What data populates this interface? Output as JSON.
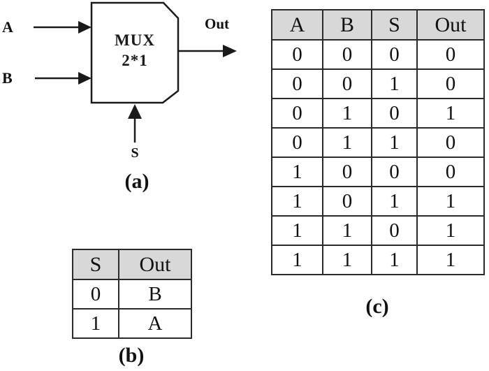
{
  "colors": {
    "background": "#ffffff",
    "header_bg": "#d8d8d8",
    "border": "#2a2a2a",
    "ink": "#111111",
    "line": "#1a1a1a"
  },
  "diagram": {
    "caption": "(a)",
    "block_title": "MUX",
    "block_subtitle": "2*1",
    "input_a_label": "A",
    "input_b_label": "B",
    "select_label": "S",
    "output_label": "Out"
  },
  "table_b": {
    "caption": "(b)",
    "headers": [
      "S",
      "Out"
    ],
    "rows": [
      [
        "0",
        "B"
      ],
      [
        "1",
        "A"
      ]
    ]
  },
  "table_c": {
    "caption": "(c)",
    "headers": [
      "A",
      "B",
      "S",
      "Out"
    ],
    "rows": [
      [
        "0",
        "0",
        "0",
        "0"
      ],
      [
        "0",
        "0",
        "1",
        "0"
      ],
      [
        "0",
        "1",
        "0",
        "1"
      ],
      [
        "0",
        "1",
        "1",
        "0"
      ],
      [
        "1",
        "0",
        "0",
        "0"
      ],
      [
        "1",
        "0",
        "1",
        "1"
      ],
      [
        "1",
        "1",
        "0",
        "1"
      ],
      [
        "1",
        "1",
        "1",
        "1"
      ]
    ]
  }
}
